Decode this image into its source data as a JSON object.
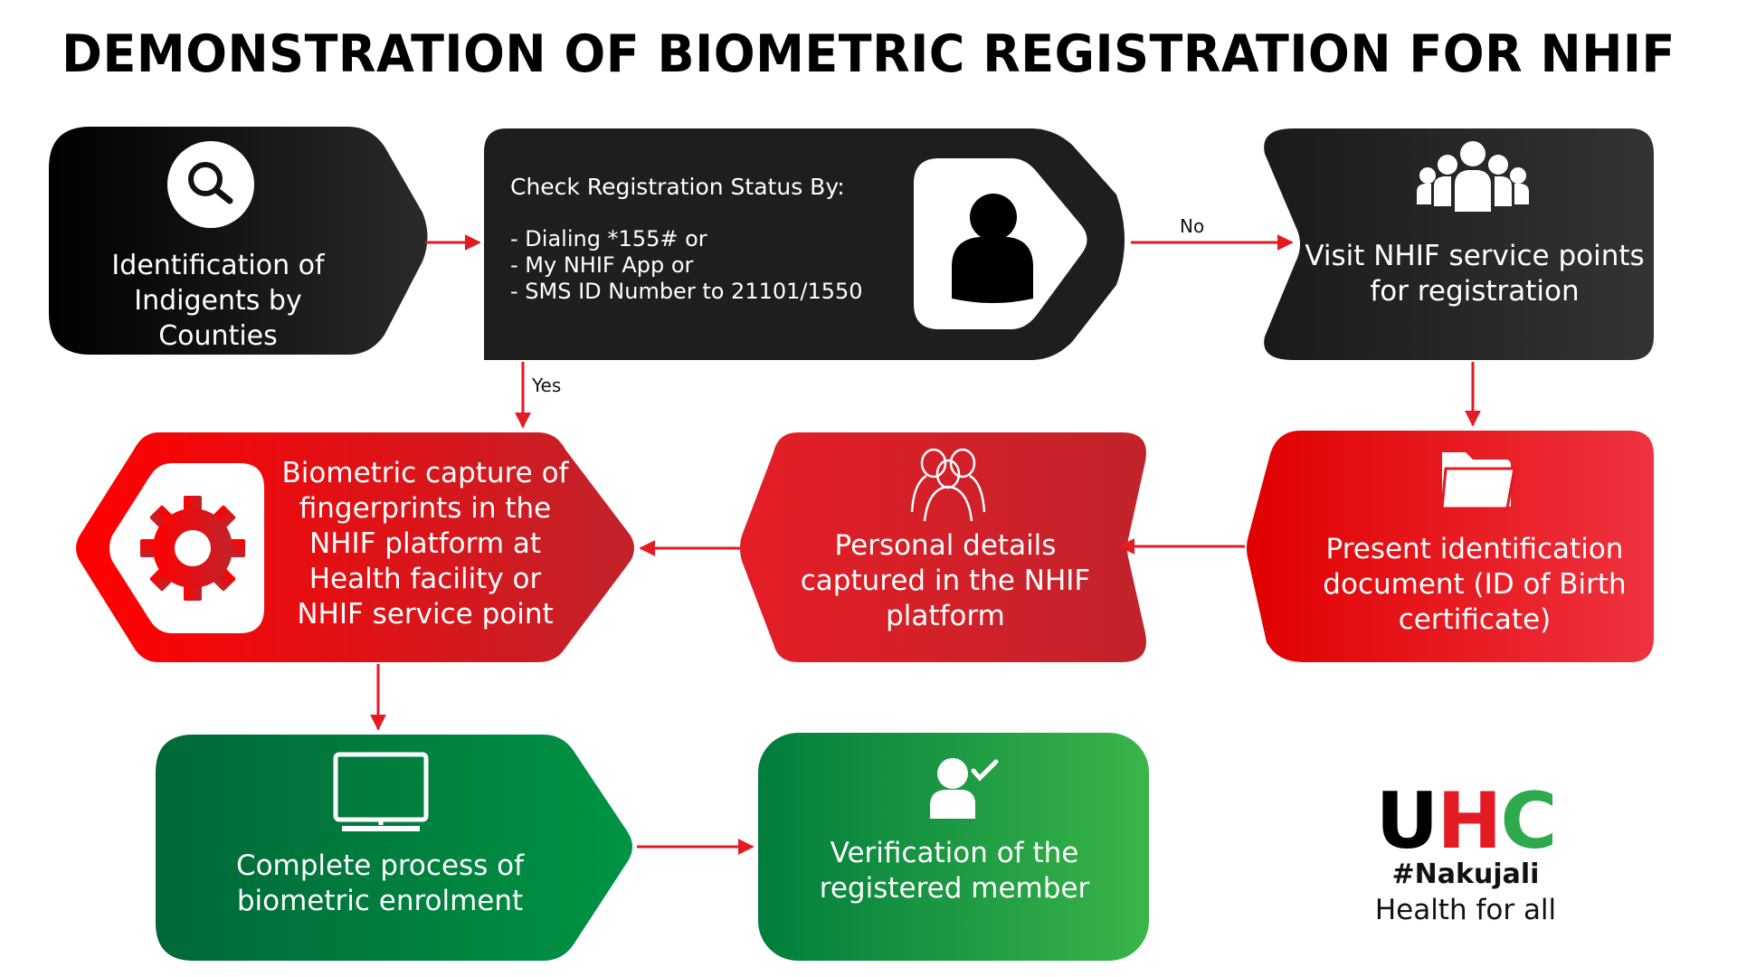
{
  "title": "DEMONSTRATION OF BIOMETRIC REGISTRATION FOR NHIF",
  "colors": {
    "black_node": "#1c1c1c",
    "red_node": "#e2151f",
    "green_node": "#0a8a3e",
    "arrow": "#e31b23",
    "uhc_black": "#000000",
    "uhc_red": "#e31b23",
    "uhc_green": "#2eaa4a"
  },
  "nodes": {
    "identification": {
      "label": "Identification of Indigents by Counties",
      "icon": "search-icon"
    },
    "check_status": {
      "heading": "Check Registration Status By:",
      "options": [
        "- Dialing *155# or",
        "- My NHIF App or",
        "- SMS ID Number to 21101/1550"
      ],
      "icon": "user-icon"
    },
    "visit_service": {
      "label": "Visit NHIF service points for registration",
      "icon": "group-icon"
    },
    "present_id": {
      "label": "Present identification document (ID of Birth certificate)",
      "icon": "folder-icon"
    },
    "personal_details": {
      "label": "Personal details captured in the NHIF platform",
      "icon": "users-outline-icon"
    },
    "biometric_capture": {
      "label": "Biometric capture of fingerprints in the NHIF platform at Health facility or NHIF service point",
      "icon": "gear-icon"
    },
    "complete_enrolment": {
      "label": "Complete process of biometric enrolment",
      "icon": "monitor-icon"
    },
    "verification": {
      "label": "Verification of the registered member",
      "icon": "user-check-icon"
    }
  },
  "edges": {
    "no_label": "No",
    "yes_label": "Yes"
  },
  "uhc": {
    "letters": [
      "U",
      "H",
      "C"
    ],
    "hashtag": "#Nakujali",
    "tagline": "Health for all"
  }
}
